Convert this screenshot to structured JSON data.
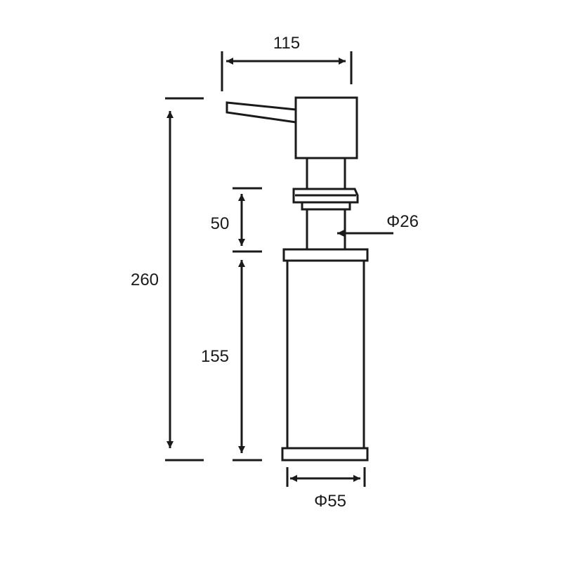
{
  "dimensions": {
    "total_width": "115",
    "total_height": "260",
    "neck_height": "50",
    "bottle_height": "155",
    "neck_diameter": "Φ26",
    "bottle_diameter": "Φ55"
  },
  "colors": {
    "stroke": "#1a1a1a",
    "fill": "#ffffff"
  }
}
